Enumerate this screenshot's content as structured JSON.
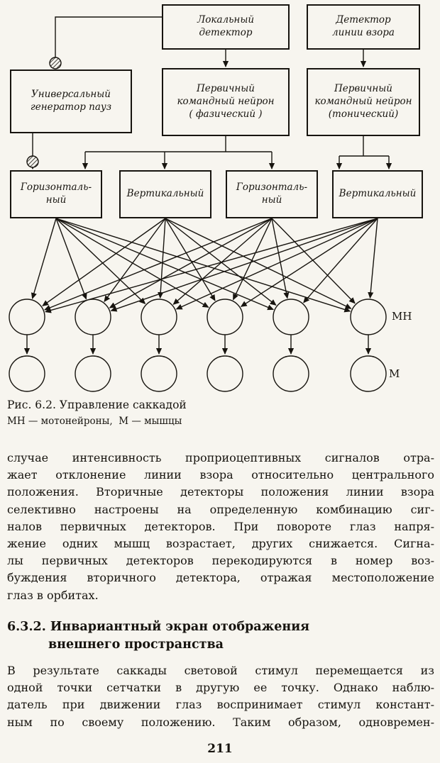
{
  "colors": {
    "paper": "#f7f5ef",
    "ink": "#17140f"
  },
  "figure": {
    "boxes": {
      "local_detector": "Локальный\nдетектор",
      "gaze_detector": "Детектор\nлинии взора",
      "pause_generator": "Универсальный\nгенератор пауз",
      "phasic_neuron": "Первичный\nкомандный нейрон\n( фазический )",
      "tonic_neuron": "Первичный\nкомандный нейрон\n(тонический)",
      "horizontal_left": "Горизонталь-\nный",
      "vertical_left": "Вертикальный",
      "horizontal_right": "Горизонталь-\nный",
      "vertical_right": "Вертикальный"
    },
    "row_labels": {
      "motoneurons": "МН",
      "muscles": "М"
    }
  },
  "caption": {
    "title": "Рис. 6.2. Управление саккадой",
    "legend": "МН — мотонейроны,  М — мышцы"
  },
  "text": {
    "paragraph_1": [
      "случае интенсивность проприоцептивных сигналов отра-",
      "жает отклонение линии взора относительно центрального",
      "положения. Вторичные детекторы положения линии взора",
      "селективно настроены на определенную комбинацию сиг-",
      "налов первичных детекторов. При повороте глаз напря-",
      "жение одних мышц возрастает, других снижается. Сигна-",
      "лы первичных детекторов перекодируются в номер воз-",
      "буждения вторичного детектора, отражая местоположение",
      "глаз в орбитах."
    ],
    "heading": {
      "line_1": "6.3.2. Инвариантный экран отображения",
      "line_2": "внешнего пространства"
    },
    "paragraph_2": [
      "В результате саккады световой стимул перемещается из",
      "одной точки сетчатки в другую ее точку. Однако наблю-",
      "датель при движении глаз воспринимает стимул констант-",
      "ным по своему положению. Таким образом, одновремен-"
    ]
  },
  "page_number": "211"
}
